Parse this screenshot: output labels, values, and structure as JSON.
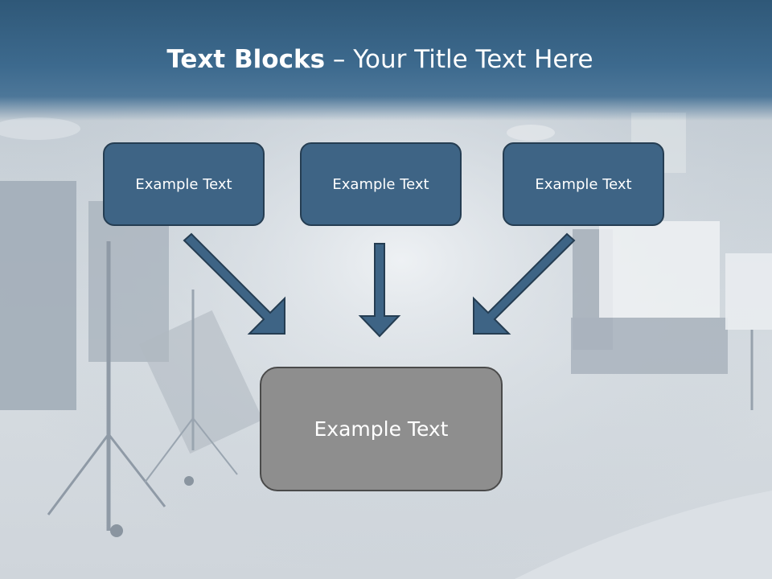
{
  "slide": {
    "title_bold": "Text Blocks",
    "title_separator": " – ",
    "title_rest": "Your Title Text Here",
    "boxes": [
      {
        "label": "Example Text"
      },
      {
        "label": "Example Text"
      },
      {
        "label": "Example Text"
      }
    ],
    "bottom_box": {
      "label": "Example Text"
    }
  },
  "colors": {
    "header": "#3d6a8e",
    "box_fill": "#3e6485",
    "box_border": "#253d52",
    "bottom_fill": "#8e8e8e",
    "arrow_fill": "#3e6485"
  },
  "icons": [
    "arrow-down-right-icon",
    "arrow-down-icon",
    "arrow-down-left-icon"
  ]
}
